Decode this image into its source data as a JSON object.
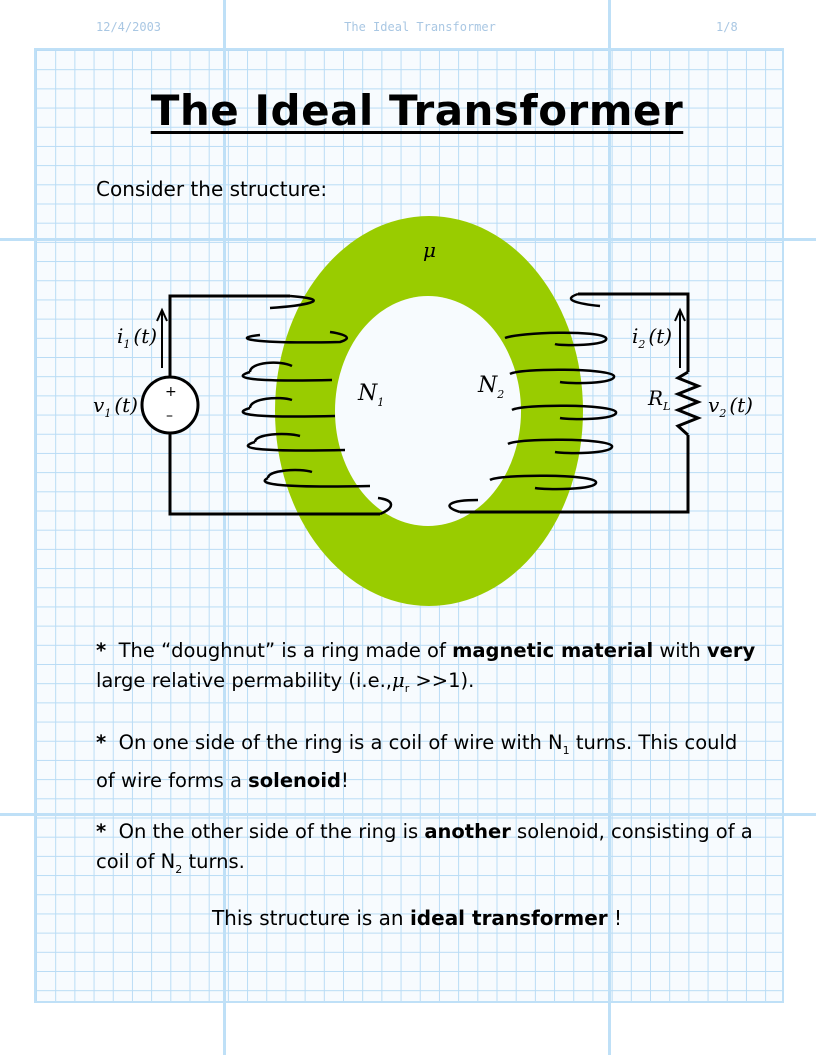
{
  "header": {
    "date": "12/4/2003",
    "doc_title": "The Ideal Transformer",
    "page": "1/8"
  },
  "title": "The Ideal Transformer",
  "intro": "Consider the structure:",
  "diagram": {
    "core_symbol": "μ",
    "i1": "i",
    "i1_sub": "1",
    "i1_arg": "(t)",
    "v1": "v",
    "v1_sub": "1",
    "v1_arg": "(t)",
    "n1": "N",
    "n1_sub": "1",
    "n2": "N",
    "n2_sub": "2",
    "i2": "i",
    "i2_sub": "2",
    "i2_arg": "(t)",
    "rl": "R",
    "rl_sub": "L",
    "v2": "v",
    "v2_sub": "2",
    "v2_arg": "(t)",
    "plus": "+",
    "minus": "–",
    "core_color": "#99cc00"
  },
  "paragraphs": {
    "p1": {
      "star": "*",
      "t1": "The “doughnut” is a ring made of",
      "b1": "magnetic material",
      "t2": "with",
      "b2": "very",
      "t3": "large relative permability (i.e.,",
      "mu": "μ",
      "mu_sub": "r",
      "t4": ">>1)."
    },
    "p2": {
      "star": "*",
      "t1": "On one side of the ring is a coil of wire with N",
      "sub": "1",
      "t2": "turns. This could of wire forms a",
      "b1": "solenoid",
      "t3": "!"
    },
    "p3": {
      "star": "*",
      "t1": "On the other side of the ring is",
      "b1": "another",
      "t2": "solenoid, consisting of a coil of N",
      "sub": "2",
      "t3": "turns."
    }
  },
  "conclusion": {
    "t1": "This structure is an",
    "b1": "ideal transformer",
    "t2": "!"
  }
}
